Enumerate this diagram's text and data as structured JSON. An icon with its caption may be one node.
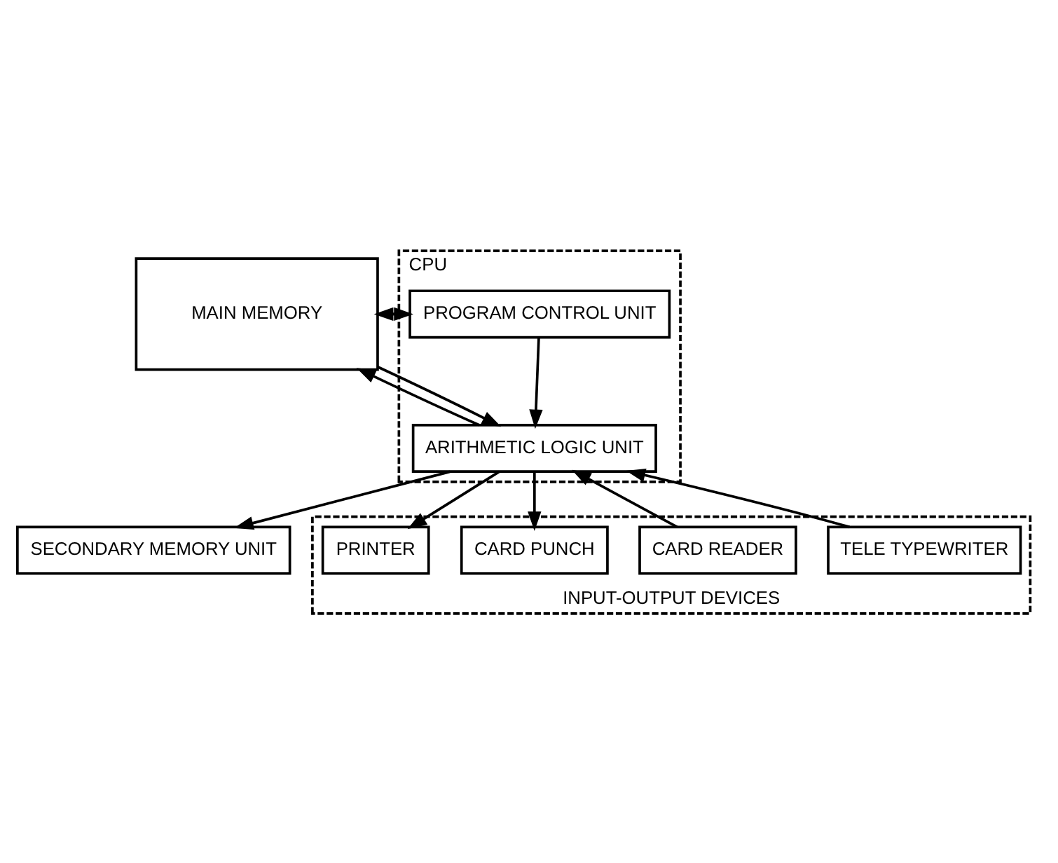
{
  "diagram": {
    "nodes": [
      {
        "text": [
          "MAIN MEMORY"
        ]
      },
      {
        "text": [
          "CPU"
        ]
      },
      {
        "text": [
          "PROGRAM CONTROL UNIT"
        ],
        "in": 1
      },
      {
        "text": [
          "ARITHMETIC LOGIC UNIT"
        ],
        "in": 1
      },
      {
        "text": [
          "SECONDARY MEMORY UNIT"
        ]
      },
      {
        "text": [
          "INPUT-OUTPUT DEVICES"
        ]
      },
      {
        "text": [
          "TELE TYPEWRITER"
        ],
        "in": 5
      },
      {
        "text": [
          "CARD READER"
        ],
        "in": 5
      },
      {
        "text": [
          "CARD PUNCH"
        ],
        "in": 5
      },
      {
        "text": [
          "PRINTER"
        ],
        "in": 5
      }
    ],
    "edges": [
      {
        "from": 2,
        "to": 0,
        "arrow": "to"
      },
      {
        "from": 3,
        "to": 0,
        "arrow": "to"
      },
      {
        "from": 0,
        "to": 2,
        "arrow": "to"
      },
      {
        "from": 0,
        "to": 3,
        "arrow": "to"
      },
      {
        "from": 2,
        "to": 3,
        "arrow": "to"
      },
      {
        "from": 6,
        "to": 3,
        "arrow": "to"
      },
      {
        "from": 7,
        "to": 3,
        "arrow": "to"
      },
      {
        "from": 3,
        "to": 4,
        "arrow": "to"
      },
      {
        "from": 3,
        "to": 8,
        "arrow": "to"
      },
      {
        "from": 3,
        "to": 9,
        "arrow": "to"
      }
    ]
  }
}
